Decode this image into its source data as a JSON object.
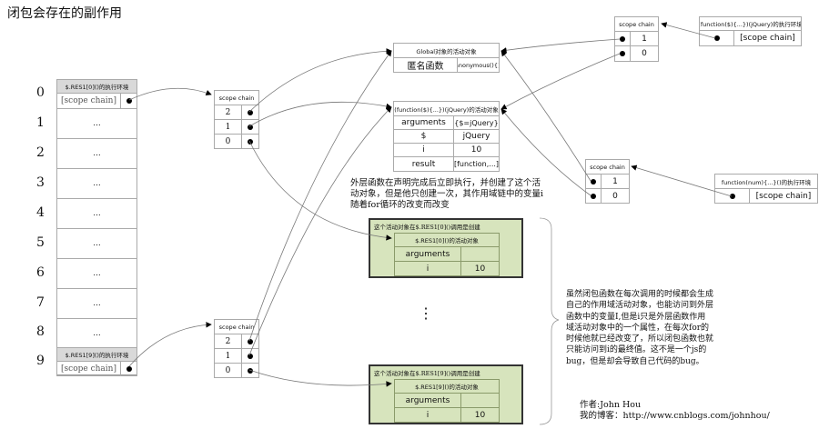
{
  "title": "闭包会存在的副作用",
  "left_array": {
    "indices": [
      "0",
      "1",
      "2",
      "3",
      "4",
      "5",
      "6",
      "7",
      "8",
      "9"
    ],
    "env0_header": "$.RES1[0]()的执行环境",
    "env9_header": "$.RES1[9]()的执行环境",
    "scope_chain_label": "[scope chain]",
    "ellipsis": "..."
  },
  "scope_chain_boxes": {
    "header": "scope chain",
    "left_rows": [
      "2",
      "1",
      "0"
    ],
    "top_right_rows": [
      "1",
      "0"
    ],
    "mid_right_rows": [
      "1",
      "0"
    ]
  },
  "global_ao": {
    "header": "Global对象的活动对象",
    "key": "匿名函数",
    "value": "anonymous(){}"
  },
  "outer_ao": {
    "header": "(function($){...})(jQuery)的活动对象",
    "rows": [
      {
        "k": "arguments",
        "v": "[{$=jQuery}]"
      },
      {
        "k": "$",
        "v": "jQuery"
      },
      {
        "k": "i",
        "v": "10"
      },
      {
        "k": "result",
        "v": "[function,...]"
      }
    ]
  },
  "outer_note": [
    "外层函数在声明完成后立即执行，并创建了这个活",
    "动对象，但是他只创建一次，其作用域链中的变量i",
    "随着for循环的改变而改变"
  ],
  "outer_env": {
    "header": "(function($){...})(jQuery)的执行环境",
    "scope_chain": "[scope chain]"
  },
  "num_env": {
    "header": "function(num){...}()的执行环境",
    "scope_chain": "[scope chain]"
  },
  "closure_ao_0": {
    "caption": "这个活动对象在$.RES1[0]()调用是创建",
    "header": "$.RES1[0]()的活动对象",
    "rows": [
      {
        "k": "arguments",
        "v": ""
      },
      {
        "k": "i",
        "v": "10"
      }
    ]
  },
  "closure_ao_9": {
    "caption": "这个活动对象在$.RES1[9]()调用是创建",
    "header": "$.RES1[9]()的活动对象",
    "rows": [
      {
        "k": "arguments",
        "v": ""
      },
      {
        "k": "i",
        "v": "10"
      }
    ]
  },
  "vertical_dots": "⋮",
  "explanation": [
    "虽然闭包函数在每次调用的时候都会生成",
    "自己的作用域活动对象，也能访问到外层",
    "函数中的变量I,但是i只是外层函数作用",
    "域活动对象中的一个属性，在每次for的",
    "时候他就已经改变了，所以闭包函数也就",
    "只能访问到i的最终值。这不是一个js的",
    "bug，但是却会导致自己代码的bug。"
  ],
  "author": "作者:John Hou",
  "blog": "我的博客：http://www.cnblogs.com/johnhou/"
}
